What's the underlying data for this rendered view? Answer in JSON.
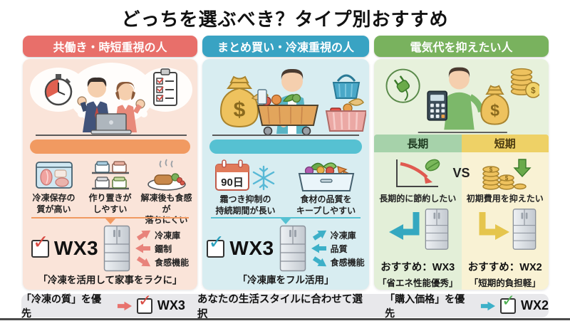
{
  "title": "どっちを選ぶべき？タイプ別おすすめ",
  "colors": {
    "col1_accent": "#e86f6a",
    "col2_accent": "#39a3c3",
    "col3_accent": "#79b25e",
    "orange_bar": "#f19a61",
    "teal_bar": "#56c1d2",
    "check_red": "#d84a42",
    "check_teal": "#2ba0bc",
    "check_green": "#4caf50",
    "long_tab": "#a6d2aa",
    "short_tab": "#eed166"
  },
  "columns": [
    {
      "header": "共働き・時短重視の人",
      "benefits": [
        {
          "icon": "frozen-food-container-icon",
          "label": "冷凍保存の\n質が高い"
        },
        {
          "icon": "meal-prep-containers-icon",
          "label": "作り置きが\nしやすい"
        },
        {
          "icon": "cooked-meal-plate-icon",
          "label": "解凍後も食感が\n落ちにくい"
        }
      ],
      "model": "WX3",
      "features": [
        "冷凍庫",
        "鐂制",
        "食感機能"
      ],
      "quote": "「冷凍を活用して家事をラクに」"
    },
    {
      "header": "まとめ買い・冷凍重視の人",
      "benefits": [
        {
          "icon": "calendar-snowflake-icon",
          "label": "霜つき抑制の\n持続期間が長い",
          "calendar_text": "90日"
        },
        {
          "icon": "vegetable-drawer-icon",
          "label": "食材の品質を\nキープしやすい"
        }
      ],
      "model": "WX3",
      "features": [
        "冷凍庫",
        "品質",
        "食感機能"
      ],
      "quote": "「冷凍庫をフル活用」"
    },
    {
      "header": "電気代を抑えたい人",
      "tabs": [
        {
          "label": "長期"
        },
        {
          "label": "短期"
        }
      ],
      "vs": "VS",
      "long_term": {
        "caption": "長期的に節約したい",
        "recommendation": "おすすめ：WX3",
        "quote": "「省エネ性能優秀」"
      },
      "short_term": {
        "caption": "初期費用を抑えたい",
        "recommendation": "おすすめ：WX2",
        "quote": "「短期的負担軽」"
      }
    }
  ],
  "footer": {
    "left_label": "「冷凍の質」を優先",
    "left_model": "WX3",
    "center": "あなたの生活スタイルに合わせて選択",
    "right_label": "「購入価格」を優先",
    "right_model": "WX2"
  }
}
